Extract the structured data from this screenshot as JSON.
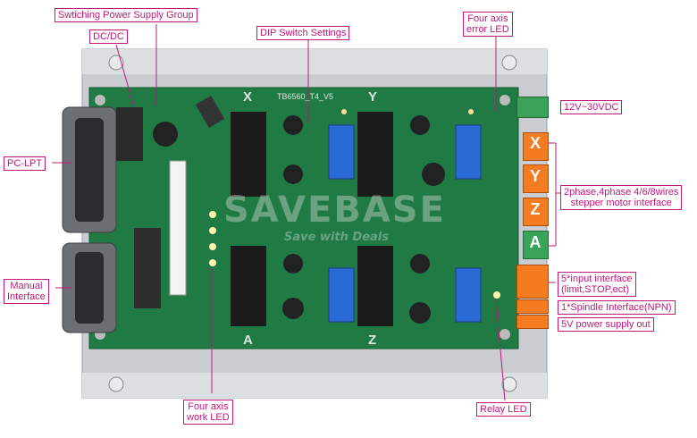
{
  "labels": {
    "switching_power_supply_group": "Swtiching Power Supply Group",
    "dc_dc": "DC/DC",
    "dip_switch_settings": "DIP Switch Settings",
    "four_axis_error_led_line1": "Four axis",
    "four_axis_error_led_line2": "error LED",
    "voltage_input": "12V~30VDC",
    "pc_lpt": "PC-LPT",
    "manual_interface_line1": "Manual",
    "manual_interface_line2": "Interface",
    "motor_interface_line1": "2phase,4phase 4/6/8wires",
    "motor_interface_line2": "stepper motor interface",
    "input_interface_line1": "5*input interface",
    "input_interface_line2": "(limit,STOP,ect)",
    "spindle_interface": "1*Spindle Interface(NPN)",
    "power_out": "5V power supply out",
    "four_axis_work_led_line1": "Four axis",
    "four_axis_work_led_line2": "work LED",
    "relay_led": "Relay LED"
  },
  "terminal_axes": [
    "X",
    "Y",
    "Z",
    "A"
  ],
  "board": {
    "model": "TB6560_T4_V5",
    "silk_x": "X",
    "silk_y": "Y",
    "silk_a": "A",
    "silk_z": "Z"
  },
  "watermark": {
    "brand": "SAVEBASE",
    "tagline": "Save with Deals"
  },
  "colors": {
    "label_border": "#c2187a",
    "pcb_green": "#1f7a44",
    "terminal_orange": "#f47b20",
    "terminal_green": "#3aa35a"
  }
}
